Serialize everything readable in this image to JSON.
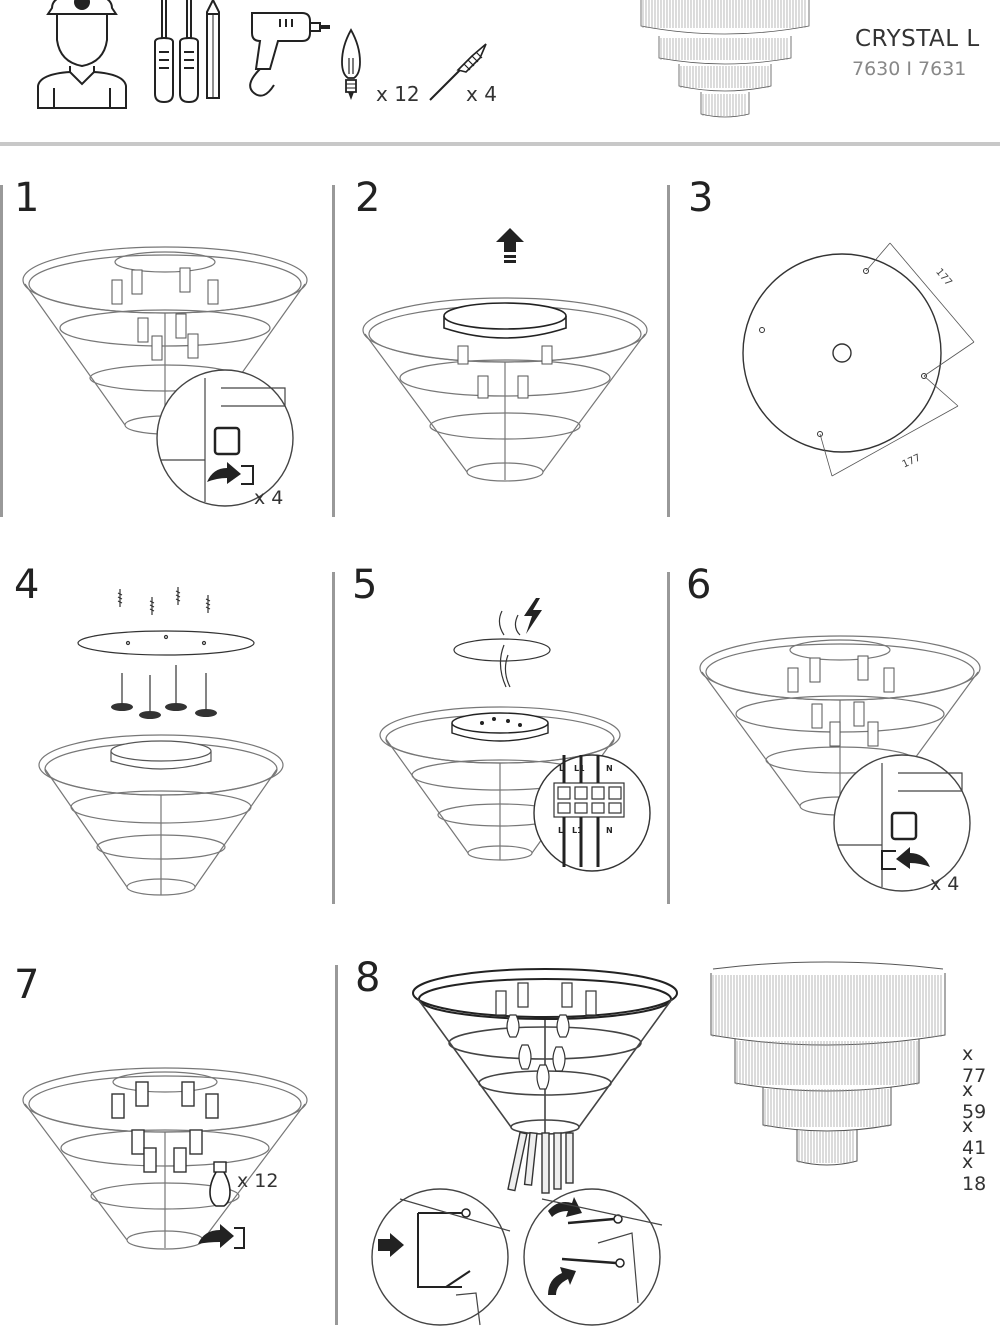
{
  "header": {
    "title": "CRYSTAL L",
    "model_codes": "7630 I 7631",
    "bulb_qty": "x 12",
    "anchor_qty": "x 4"
  },
  "steps": [
    {
      "number": "1",
      "qty": "x 4"
    },
    {
      "number": "2"
    },
    {
      "number": "3",
      "dim_a": "177",
      "dim_b": "177"
    },
    {
      "number": "4"
    },
    {
      "number": "5",
      "wire_labels_top": [
        "L",
        "L1",
        "N"
      ],
      "wire_labels_bottom": [
        "L",
        "L1",
        "N"
      ]
    },
    {
      "number": "6",
      "qty": "x 4"
    },
    {
      "number": "7",
      "qty": "x 12"
    },
    {
      "number": "8"
    }
  ],
  "crystal_counts": [
    "x 77",
    "x 59",
    "x 41",
    "x 18"
  ]
}
